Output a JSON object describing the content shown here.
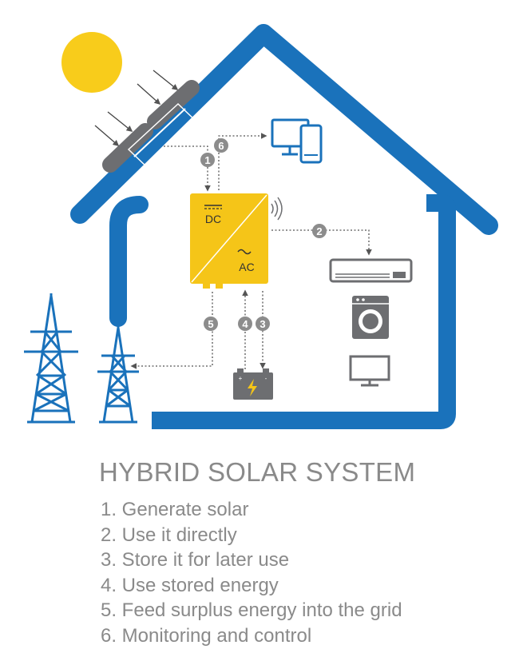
{
  "title": "HYBRID SOLAR SYSTEM",
  "steps": [
    "1. Generate solar",
    "2. Use it directly",
    "3. Store it for later use",
    "4. Use stored energy",
    "5. Feed surplus energy into the grid",
    "6. Monitoring and control"
  ],
  "markers": [
    "1",
    "2",
    "3",
    "4",
    "5",
    "6"
  ],
  "inverter": {
    "dc_label": "DC",
    "ac_label": "AC"
  },
  "icons": [
    "sun-icon",
    "solar-panel-icon",
    "inverter-icon",
    "wifi-icon",
    "monitor-icon",
    "phone-icon",
    "air-conditioner-icon",
    "washing-machine-icon",
    "tv-icon",
    "battery-icon",
    "power-tower-icon"
  ],
  "colors": {
    "house": "#1a72bb",
    "sun": "#f8cc1b",
    "inverter": "#f5c518",
    "appliance": "#6d6e71",
    "marker": "#8c8c8c",
    "text": "#8a8a8a"
  }
}
